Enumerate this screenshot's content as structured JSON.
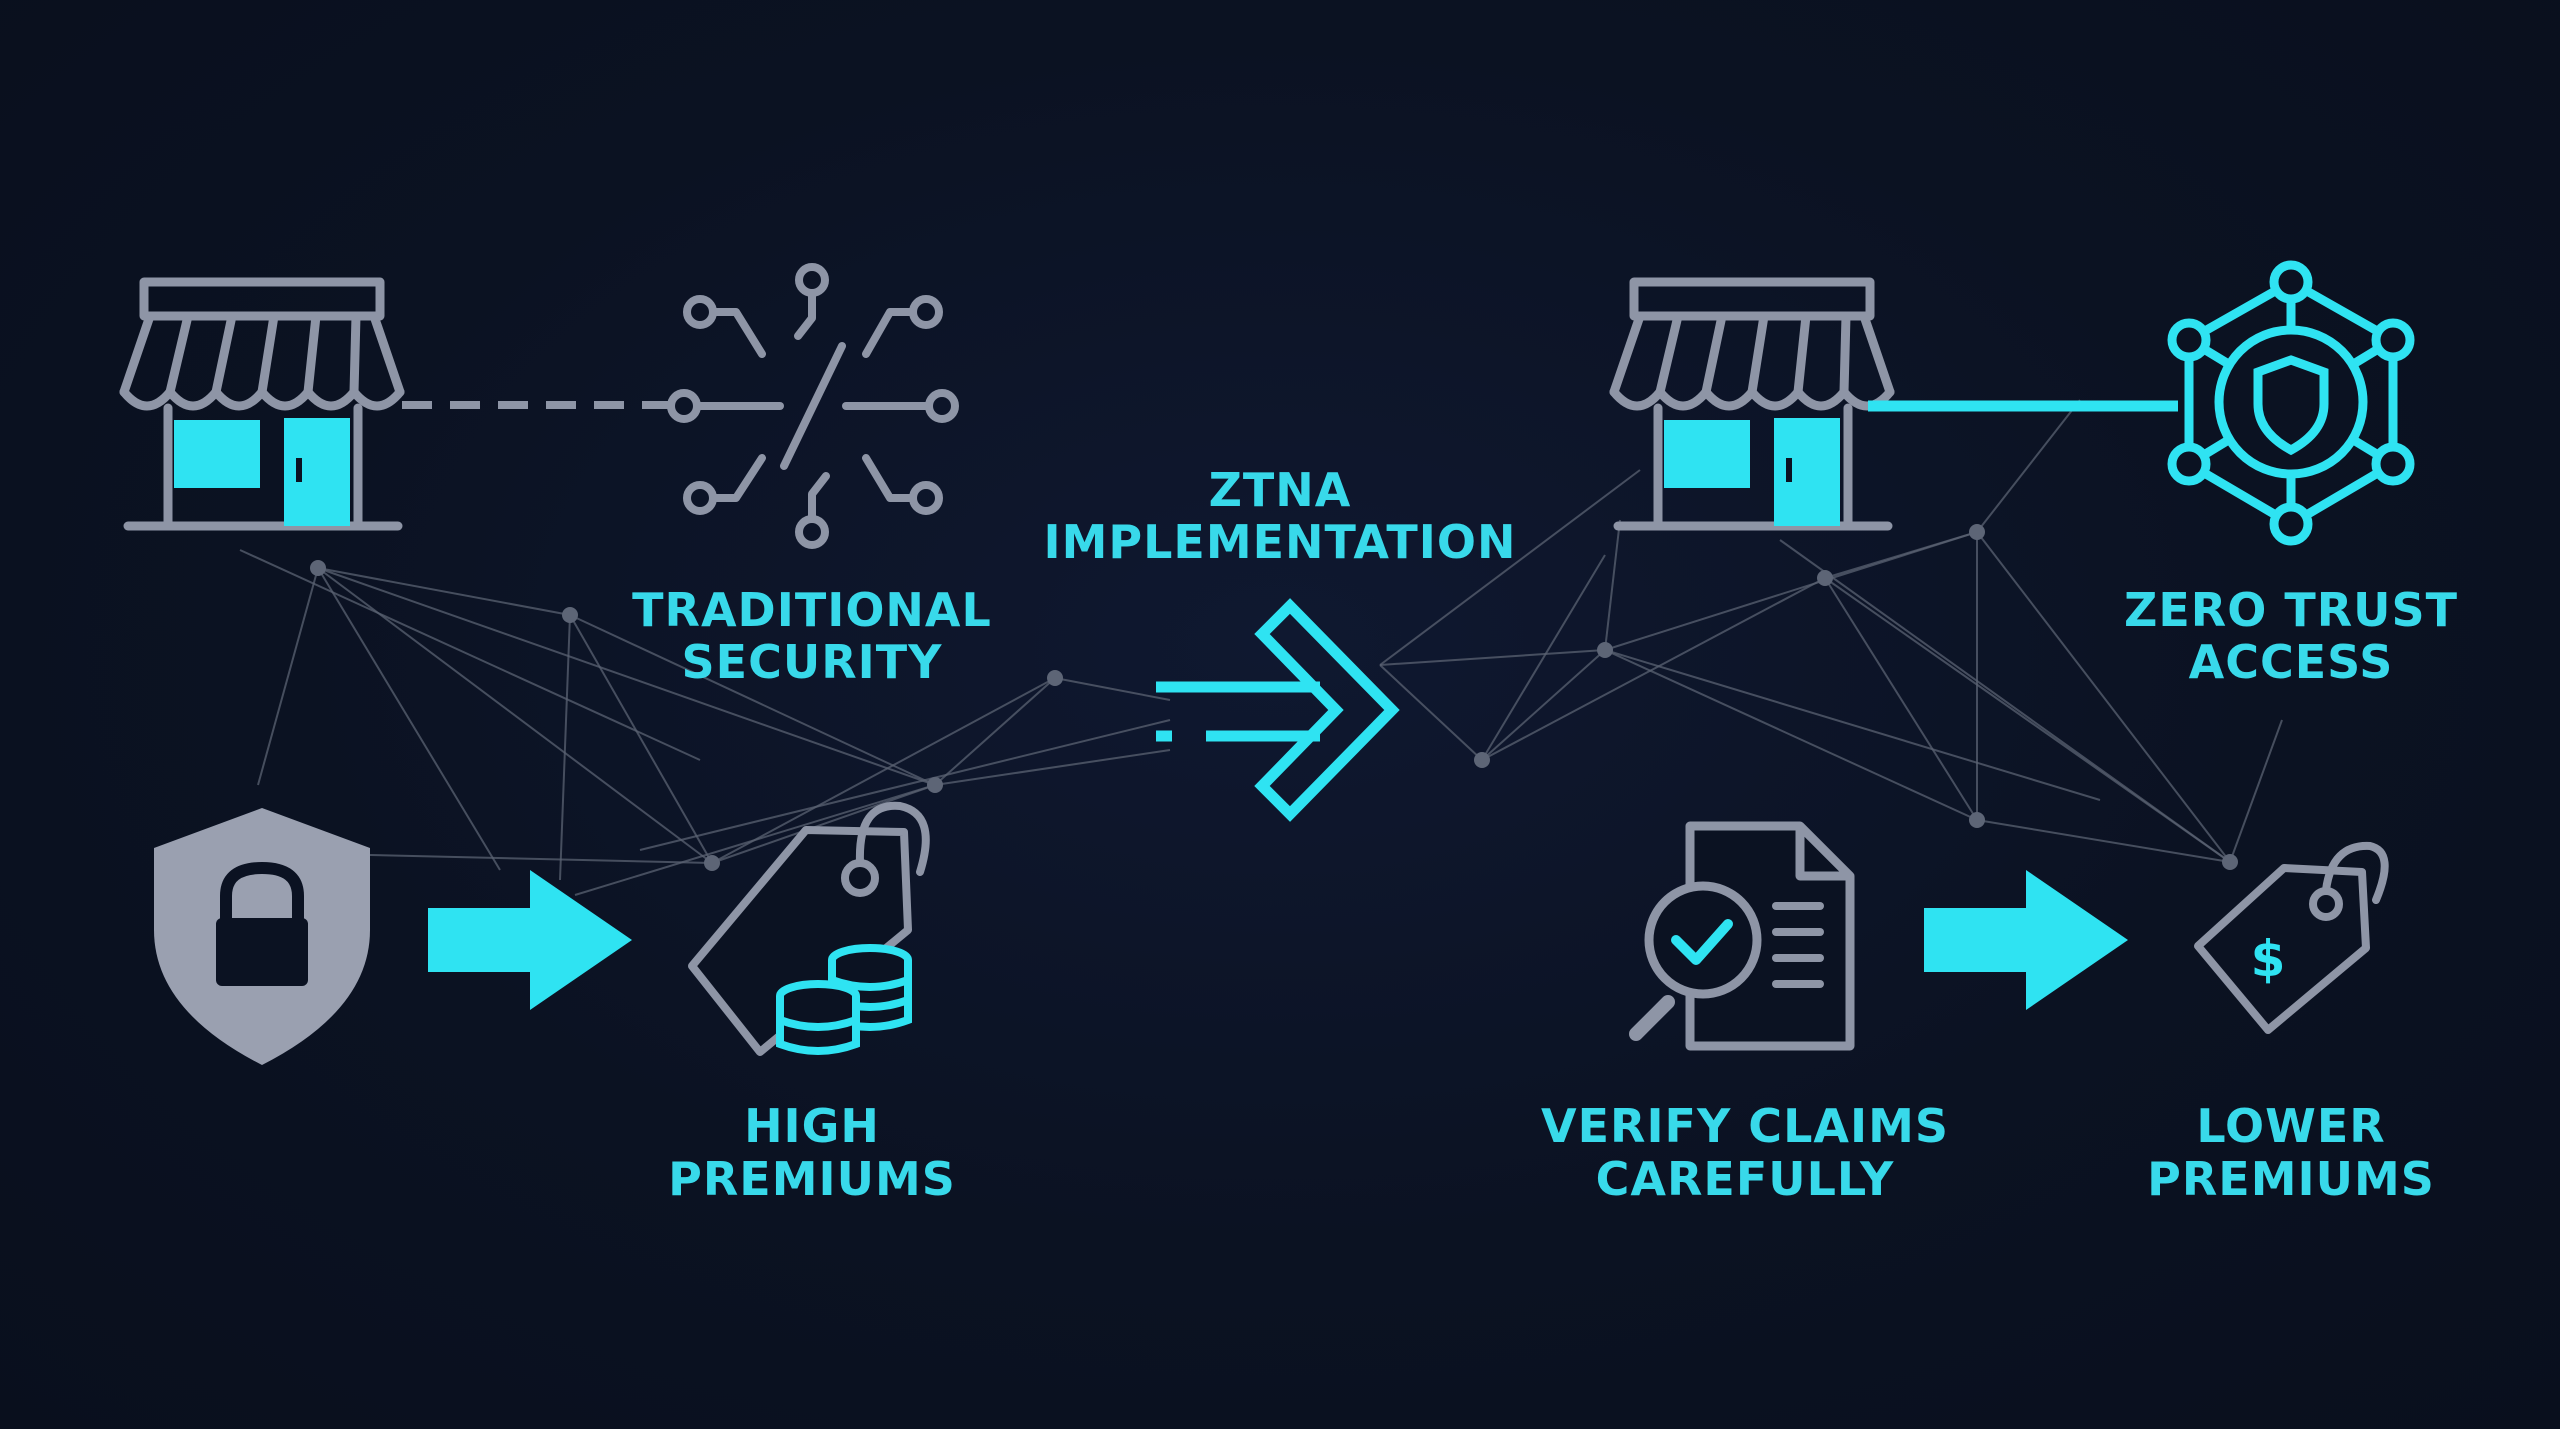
{
  "colors": {
    "background": "#0b1222",
    "accent": "#2fe3f2",
    "label": "#38d9ea",
    "gray": "#8e95a6",
    "network": "#5a6272"
  },
  "icons": [
    "storefront-icon",
    "broken-network-icon",
    "shield-lock-icon",
    "price-tag-coins-icon",
    "zero-trust-network-icon",
    "document-verify-icon",
    "price-tag-dollar-icon"
  ],
  "labels": {
    "traditional_security": [
      "TRADITIONAL",
      "SECURITY"
    ],
    "high_premiums": [
      "HIGH",
      "PREMIUMS"
    ],
    "ztna_implementation": [
      "ZTNA",
      "IMPLEMENTATION"
    ],
    "zero_trust_access": [
      "ZERO TRUST",
      "ACCESS"
    ],
    "verify_claims": [
      "VERIFY CLAIMS",
      "CAREFULLY"
    ],
    "lower_premiums": [
      "LOWER",
      "PREMIUMS"
    ],
    "dollar_symbol": "$"
  }
}
